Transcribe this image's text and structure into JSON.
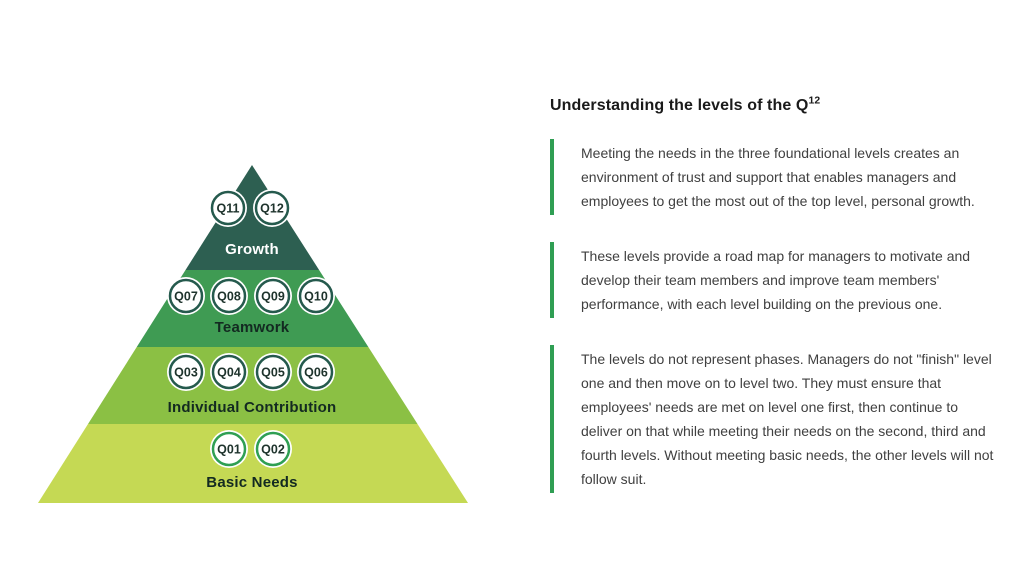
{
  "info": {
    "heading": {
      "text": "Understanding the levels of the Q",
      "sup": "12"
    },
    "accent_color": "#2f9e53",
    "paragraphs": [
      "Meeting the needs in the three foundational levels creates an environment of trust and support that enables managers and employees to get the most out of the top level, personal growth.",
      "These levels provide a road map for managers to motivate and develop their team members and improve team members' performance, with each level building on the previous one.",
      "The levels do not represent phases. Managers do not \"finish\" level one and then move on to level two. They must ensure that employees' needs are met on level one first, then continue to deliver on that while meeting their needs on the second, third and fourth levels. Without meeting basic needs, the other levels will not follow suit."
    ]
  },
  "pyramid": {
    "levels": [
      {
        "label": "Growth",
        "color": "#2d5f51",
        "label_color": "#ffffff",
        "circle_border": "#255a4d",
        "items": [
          "Q11",
          "Q12"
        ]
      },
      {
        "label": "Teamwork",
        "color": "#3f9b53",
        "label_color": "#132a21",
        "circle_border": "#255a4d",
        "items": [
          "Q07",
          "Q08",
          "Q09",
          "Q10"
        ]
      },
      {
        "label": "Individual Contribution",
        "color": "#8bc044",
        "label_color": "#132a21",
        "circle_border": "#255a4d",
        "items": [
          "Q03",
          "Q04",
          "Q05",
          "Q06"
        ]
      },
      {
        "label": "Basic Needs",
        "color": "#c5d954",
        "label_color": "#132a21",
        "circle_border": "#2f9f53",
        "items": [
          "Q01",
          "Q02"
        ]
      }
    ]
  }
}
